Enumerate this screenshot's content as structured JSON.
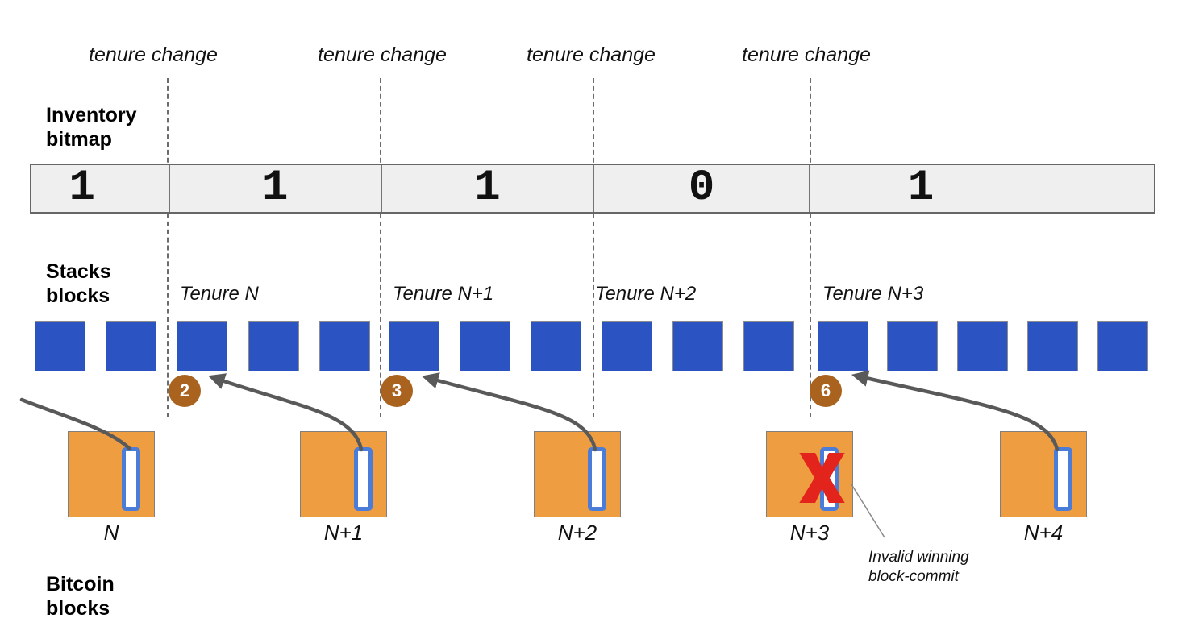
{
  "diagram": {
    "tenure_change_labels": [
      "tenure change",
      "tenure change",
      "tenure change",
      "tenure change"
    ],
    "inventory_bitmap": {
      "label_line1": "Inventory",
      "label_line2": "bitmap",
      "values": [
        "1",
        "1",
        "1",
        "0",
        "1"
      ]
    },
    "stacks": {
      "label_line1": "Stacks",
      "label_line2": "blocks",
      "tenure_labels": [
        "Tenure N",
        "Tenure N+1",
        "Tenure N+2",
        "Tenure N+3"
      ],
      "block_count": 16,
      "sortition_numbers": [
        "2",
        "3",
        "6"
      ]
    },
    "bitcoin": {
      "label_line1": "Bitcoin",
      "label_line2": "blocks",
      "block_labels": [
        "N",
        "N+1",
        "N+2",
        "N+3",
        "N+4"
      ],
      "invalid_block_label": "N+3",
      "annotation_line1": "Invalid winning",
      "annotation_line2": "block-commit"
    },
    "colors": {
      "stacks_block_blue": "#2b53c2",
      "bitcoin_block_orange": "#ee9d40",
      "commit_border_blue": "#4a7cd8",
      "sortition_badge_brown": "#a9631f",
      "invalid_x_red": "#e3241c",
      "arrow_gray": "#595959",
      "bitmap_background": "#efefef"
    }
  }
}
